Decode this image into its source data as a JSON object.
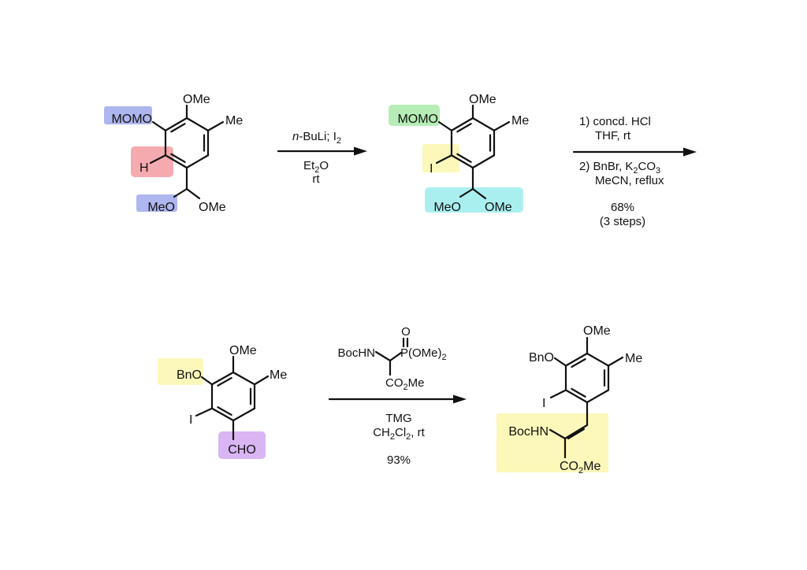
{
  "colors": {
    "momo_blue": "#aeb6ef",
    "h_pink": "#f5aab0",
    "momo_green": "#b6edb6",
    "highlight_yellow": "#fbf8ba",
    "acetal_cyan": "#aaeff0",
    "cho_purple": "#d9b5f3",
    "ink": "#111111"
  },
  "compound1": {
    "ome": "OMe",
    "me": "Me",
    "momo": "MOMO",
    "h": "H",
    "meo_left": "MeO",
    "ome_right": "OMe"
  },
  "step1": {
    "reagent_italic": "n",
    "reagent_main": "-BuLi; I",
    "reagent_sub": "2",
    "solvent_main": "Et",
    "solvent_sub": "2",
    "solvent_tail": "O",
    "temp": "rt"
  },
  "compound2": {
    "ome": "OMe",
    "me": "Me",
    "momo": "MOMO",
    "i": "I",
    "meo_left": "MeO",
    "ome_right": "OMe"
  },
  "step2": {
    "line1": "1) concd. HCl",
    "line2": "THF, rt",
    "line3_main": "2) BnBr, K",
    "line3_sub1": "2",
    "line3_mid": "CO",
    "line3_sub2": "3",
    "line4": "MeCN, reflux",
    "yield": "68%",
    "steps": "(3 steps)"
  },
  "compound3": {
    "ome": "OMe",
    "me": "Me",
    "bno": "BnO",
    "i": "I",
    "cho": "CHO"
  },
  "step3": {
    "reagent_o": "O",
    "reagent_p": "P(OMe)",
    "reagent_p_sub": "2",
    "reagent_bochn": "BocHN",
    "reagent_co": "CO",
    "reagent_co_sub": "2",
    "reagent_co_tail": "Me",
    "base": "TMG",
    "solvent_a": "CH",
    "solvent_sub1": "2",
    "solvent_b": "Cl",
    "solvent_sub2": "2",
    "solvent_tail": ", rt",
    "yield": "93%"
  },
  "compound4": {
    "ome": "OMe",
    "me": "Me",
    "bno": "BnO",
    "i": "I",
    "bochn": "BocHN",
    "co": "CO",
    "co_sub": "2",
    "co_tail": "Me"
  }
}
